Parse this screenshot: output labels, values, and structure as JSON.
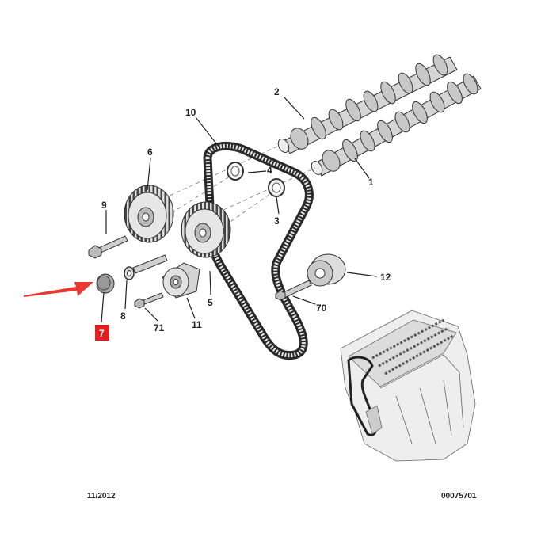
{
  "labels": {
    "p1": "1",
    "p2": "2",
    "p3": "3",
    "p4": "4",
    "p5": "5",
    "p6": "6",
    "p7": "7",
    "p8": "8",
    "p9": "9",
    "p10": "10",
    "p11": "11",
    "p12": "12",
    "p70": "70",
    "p71": "71"
  },
  "highlight": {
    "part": "7",
    "color": "#e02020",
    "arrow_color": "#e8382f"
  },
  "footer": {
    "date": "11/2012",
    "reference": "00075701"
  }
}
